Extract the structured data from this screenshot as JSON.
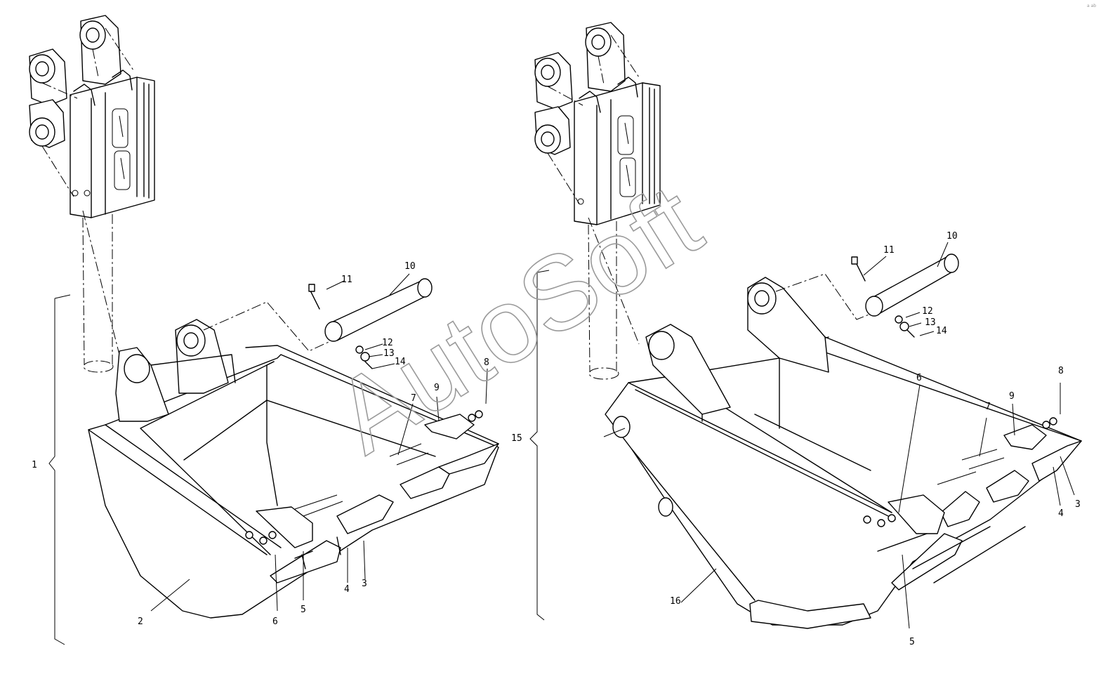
{
  "watermark": "AutoSoft",
  "corner_mark": "a ab",
  "callouts": {
    "left": {
      "c1": "1",
      "c2": "2",
      "c3": "3",
      "c4": "4",
      "c5": "5",
      "c6": "6",
      "c7": "7",
      "c8": "8",
      "c9": "9",
      "c10": "10",
      "c11": "11",
      "c12": "12",
      "c13": "13",
      "c14": "14"
    },
    "right": {
      "c3": "3",
      "c4": "4",
      "c5": "5",
      "c6": "6",
      "c7": "7",
      "c8": "8",
      "c9": "9",
      "c10": "10",
      "c11": "11",
      "c12": "12",
      "c13": "13",
      "c14": "14",
      "c15": "15",
      "c16": "16"
    }
  }
}
